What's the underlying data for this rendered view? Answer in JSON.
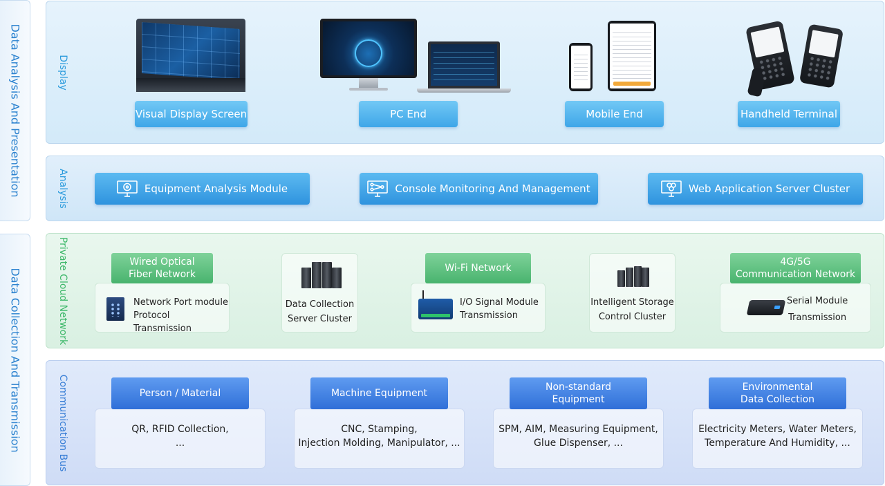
{
  "side_labels": {
    "top": "Data Analysis And Presentation",
    "bottom": "Data Collection And Transmission"
  },
  "layers": {
    "display": {
      "label": "Display",
      "items": [
        {
          "label": "Visual Display Screen",
          "icon": "video-wall-image"
        },
        {
          "label": "PC End",
          "icon": "desktop-laptop-image"
        },
        {
          "label": "Mobile End",
          "icon": "smartphones-image"
        },
        {
          "label": "Handheld Terminal",
          "icon": "handheld-scanner-image"
        }
      ]
    },
    "analysis": {
      "label": "Analysis",
      "items": [
        {
          "label": "Equipment Analysis Module",
          "icon": "monitor-target-icon"
        },
        {
          "label": "Console Monitoring And Management",
          "icon": "monitor-network-icon"
        },
        {
          "label": "Web Application Server Cluster",
          "icon": "monitor-cluster-icon"
        }
      ]
    },
    "cloud": {
      "label": "Private Cloud Network",
      "wired": {
        "title": [
          "Wired Optical",
          "Fiber Network"
        ],
        "text": [
          "Network Port module",
          "Protocol Transmission"
        ]
      },
      "data_server": {
        "text": [
          "Data Collection",
          "Server Cluster"
        ]
      },
      "wifi": {
        "title": [
          "Wi-Fi Network"
        ],
        "text": [
          "I/O Signal Module",
          "Transmission"
        ]
      },
      "storage": {
        "text": [
          "Intelligent Storage",
          "Control Cluster"
        ]
      },
      "cellular": {
        "title": [
          "4G/5G",
          "Communication Network"
        ],
        "text": [
          "Serial Module",
          "Transmission"
        ]
      }
    },
    "bus": {
      "label": "Communication Bus",
      "items": [
        {
          "title": [
            "Person / Material"
          ],
          "text": [
            "QR, RFID Collection,",
            "..."
          ]
        },
        {
          "title": [
            "Machine Equipment"
          ],
          "text": [
            "CNC, Stamping,",
            "Injection Molding, Manipulator, ..."
          ]
        },
        {
          "title": [
            "Non-standard",
            "Equipment"
          ],
          "text": [
            "SPM, AIM, Measuring Equipment,",
            "Glue Dispenser, ..."
          ]
        },
        {
          "title": [
            "Environmental",
            "Data Collection"
          ],
          "text": [
            "Electricity Meters, Water Meters,",
            "Temperature And Humidity, ..."
          ]
        }
      ]
    }
  },
  "colors": {
    "display_blue": "#3ea6e8",
    "analysis_blue": "#2f93de",
    "cloud_green": "#48b36e",
    "bus_blue": "#2f6fd8"
  }
}
